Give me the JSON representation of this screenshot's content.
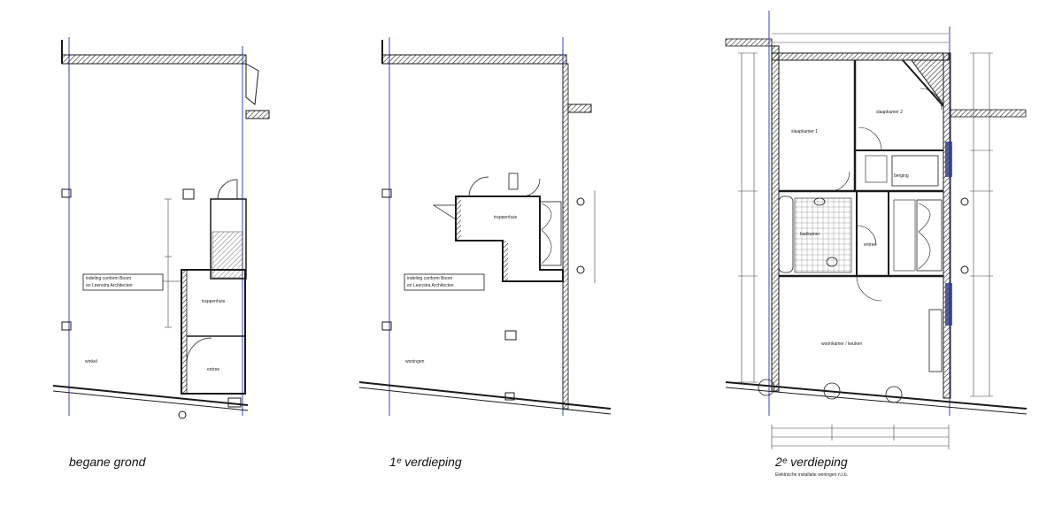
{
  "floors": {
    "ground": {
      "caption": "begane grond",
      "rooms": {
        "winkel": "winkel",
        "trappenhuis": "trappenhuis",
        "entree": "entree"
      },
      "note_line1": "indeling conform Boom",
      "note_line2": "en Leenstra Architecten"
    },
    "first": {
      "caption": "1ᵉ verdieping",
      "rooms": {
        "woningen": "woningen",
        "trappenhuis": "trappenhuis"
      },
      "note_line1": "indeling conform Boom",
      "note_line2": "en Leenstra Architecten"
    },
    "second": {
      "caption": "2ᵉ verdieping",
      "subcaption": "Elektrische installatie woningen n.t.b.",
      "rooms": {
        "slaapkamer1": "slaapkamer 1",
        "slaapkamer2": "slaapkamer 2",
        "badkamer": "badkamer",
        "woonkamer": "woonkamer / keuken",
        "berging": "berging",
        "entree": "entree"
      }
    }
  },
  "colors": {
    "wall": "#1a1a1a",
    "axis": "#3a44b8",
    "hatch": "#333333",
    "dim": "#444444"
  }
}
